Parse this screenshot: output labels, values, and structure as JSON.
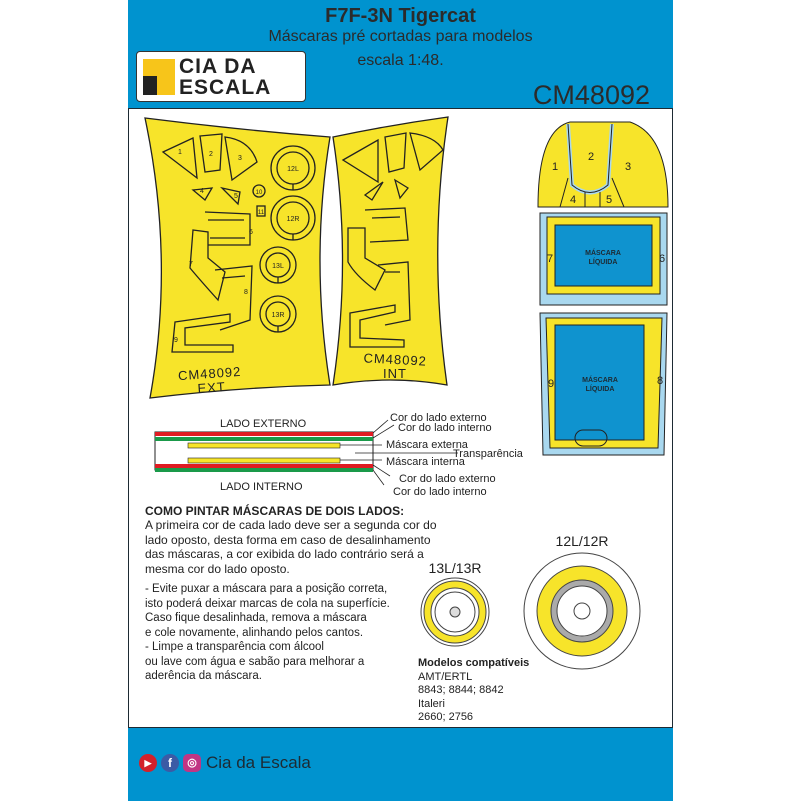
{
  "header": {
    "title": "F7F-3N Tigercat",
    "subtitle_line1": "Máscaras pré cortadas para  modelos",
    "subtitle_line2": "escala 1:48.",
    "product_code": "CM48092",
    "logo_line1": "CIA DA",
    "logo_line2": "ESCALA"
  },
  "sheets": {
    "ext_code": "CM48092",
    "ext_label": "EXT",
    "int_code": "CM48092",
    "int_label": "INT",
    "numbers": [
      "1",
      "2",
      "3",
      "4",
      "5",
      "6",
      "7",
      "8",
      "9",
      "10",
      "11",
      "12L",
      "12R",
      "13L",
      "13R"
    ]
  },
  "canopy": {
    "numbers": [
      "1",
      "2",
      "3",
      "4",
      "5",
      "6",
      "7",
      "8",
      "9"
    ],
    "liquid_mask_l1": "MÁSCARA",
    "liquid_mask_l2": "LÍQUIDA"
  },
  "diagram": {
    "top_label": "LADO EXTERNO",
    "bottom_label": "LADO INTERNO",
    "callouts": [
      "Cor do lado externo",
      "Cor do lado interno",
      "Máscara externa",
      "Transparência",
      "Máscara interna",
      "Cor do lado externo",
      "Cor do lado interno"
    ]
  },
  "instructions": {
    "heading": "COMO PINTAR MÁSCARAS DE DOIS LADOS:",
    "paragraph": [
      "A primeira cor de cada lado deve ser a segunda cor do",
      "lado oposto, desta forma em caso de desalinhamento",
      "das máscaras, a cor exibida do lado contrário será a",
      "mesma cor do lado oposto."
    ],
    "tips": [
      "- Evite puxar a máscara para a posição correta,",
      "isto poderá deixar marcas de cola na superfície.",
      "Caso fique desalinhada, remova a máscara",
      "e cole novamente, alinhando pelos cantos.",
      "- Limpe a transparência com álcool",
      "ou lave com água e sabão para melhorar a",
      "aderência da máscara."
    ]
  },
  "wheels": {
    "small_label": "13L/13R",
    "large_label": "12L/12R"
  },
  "compat": {
    "heading": "Modelos compatíveis",
    "lines": [
      "AMT/ERTL",
      "8843; 8844; 8842",
      "Italeri",
      "2660; 2756"
    ]
  },
  "footer": {
    "brand": "Cia da Escala",
    "icons": [
      "youtube-icon",
      "facebook-icon",
      "instagram-icon"
    ]
  },
  "colors": {
    "blue": "#0093cf",
    "yellow": "#f7e42a",
    "light_blue": "#a9d8ef",
    "red": "#e01b22",
    "green": "#1a9a4a"
  }
}
